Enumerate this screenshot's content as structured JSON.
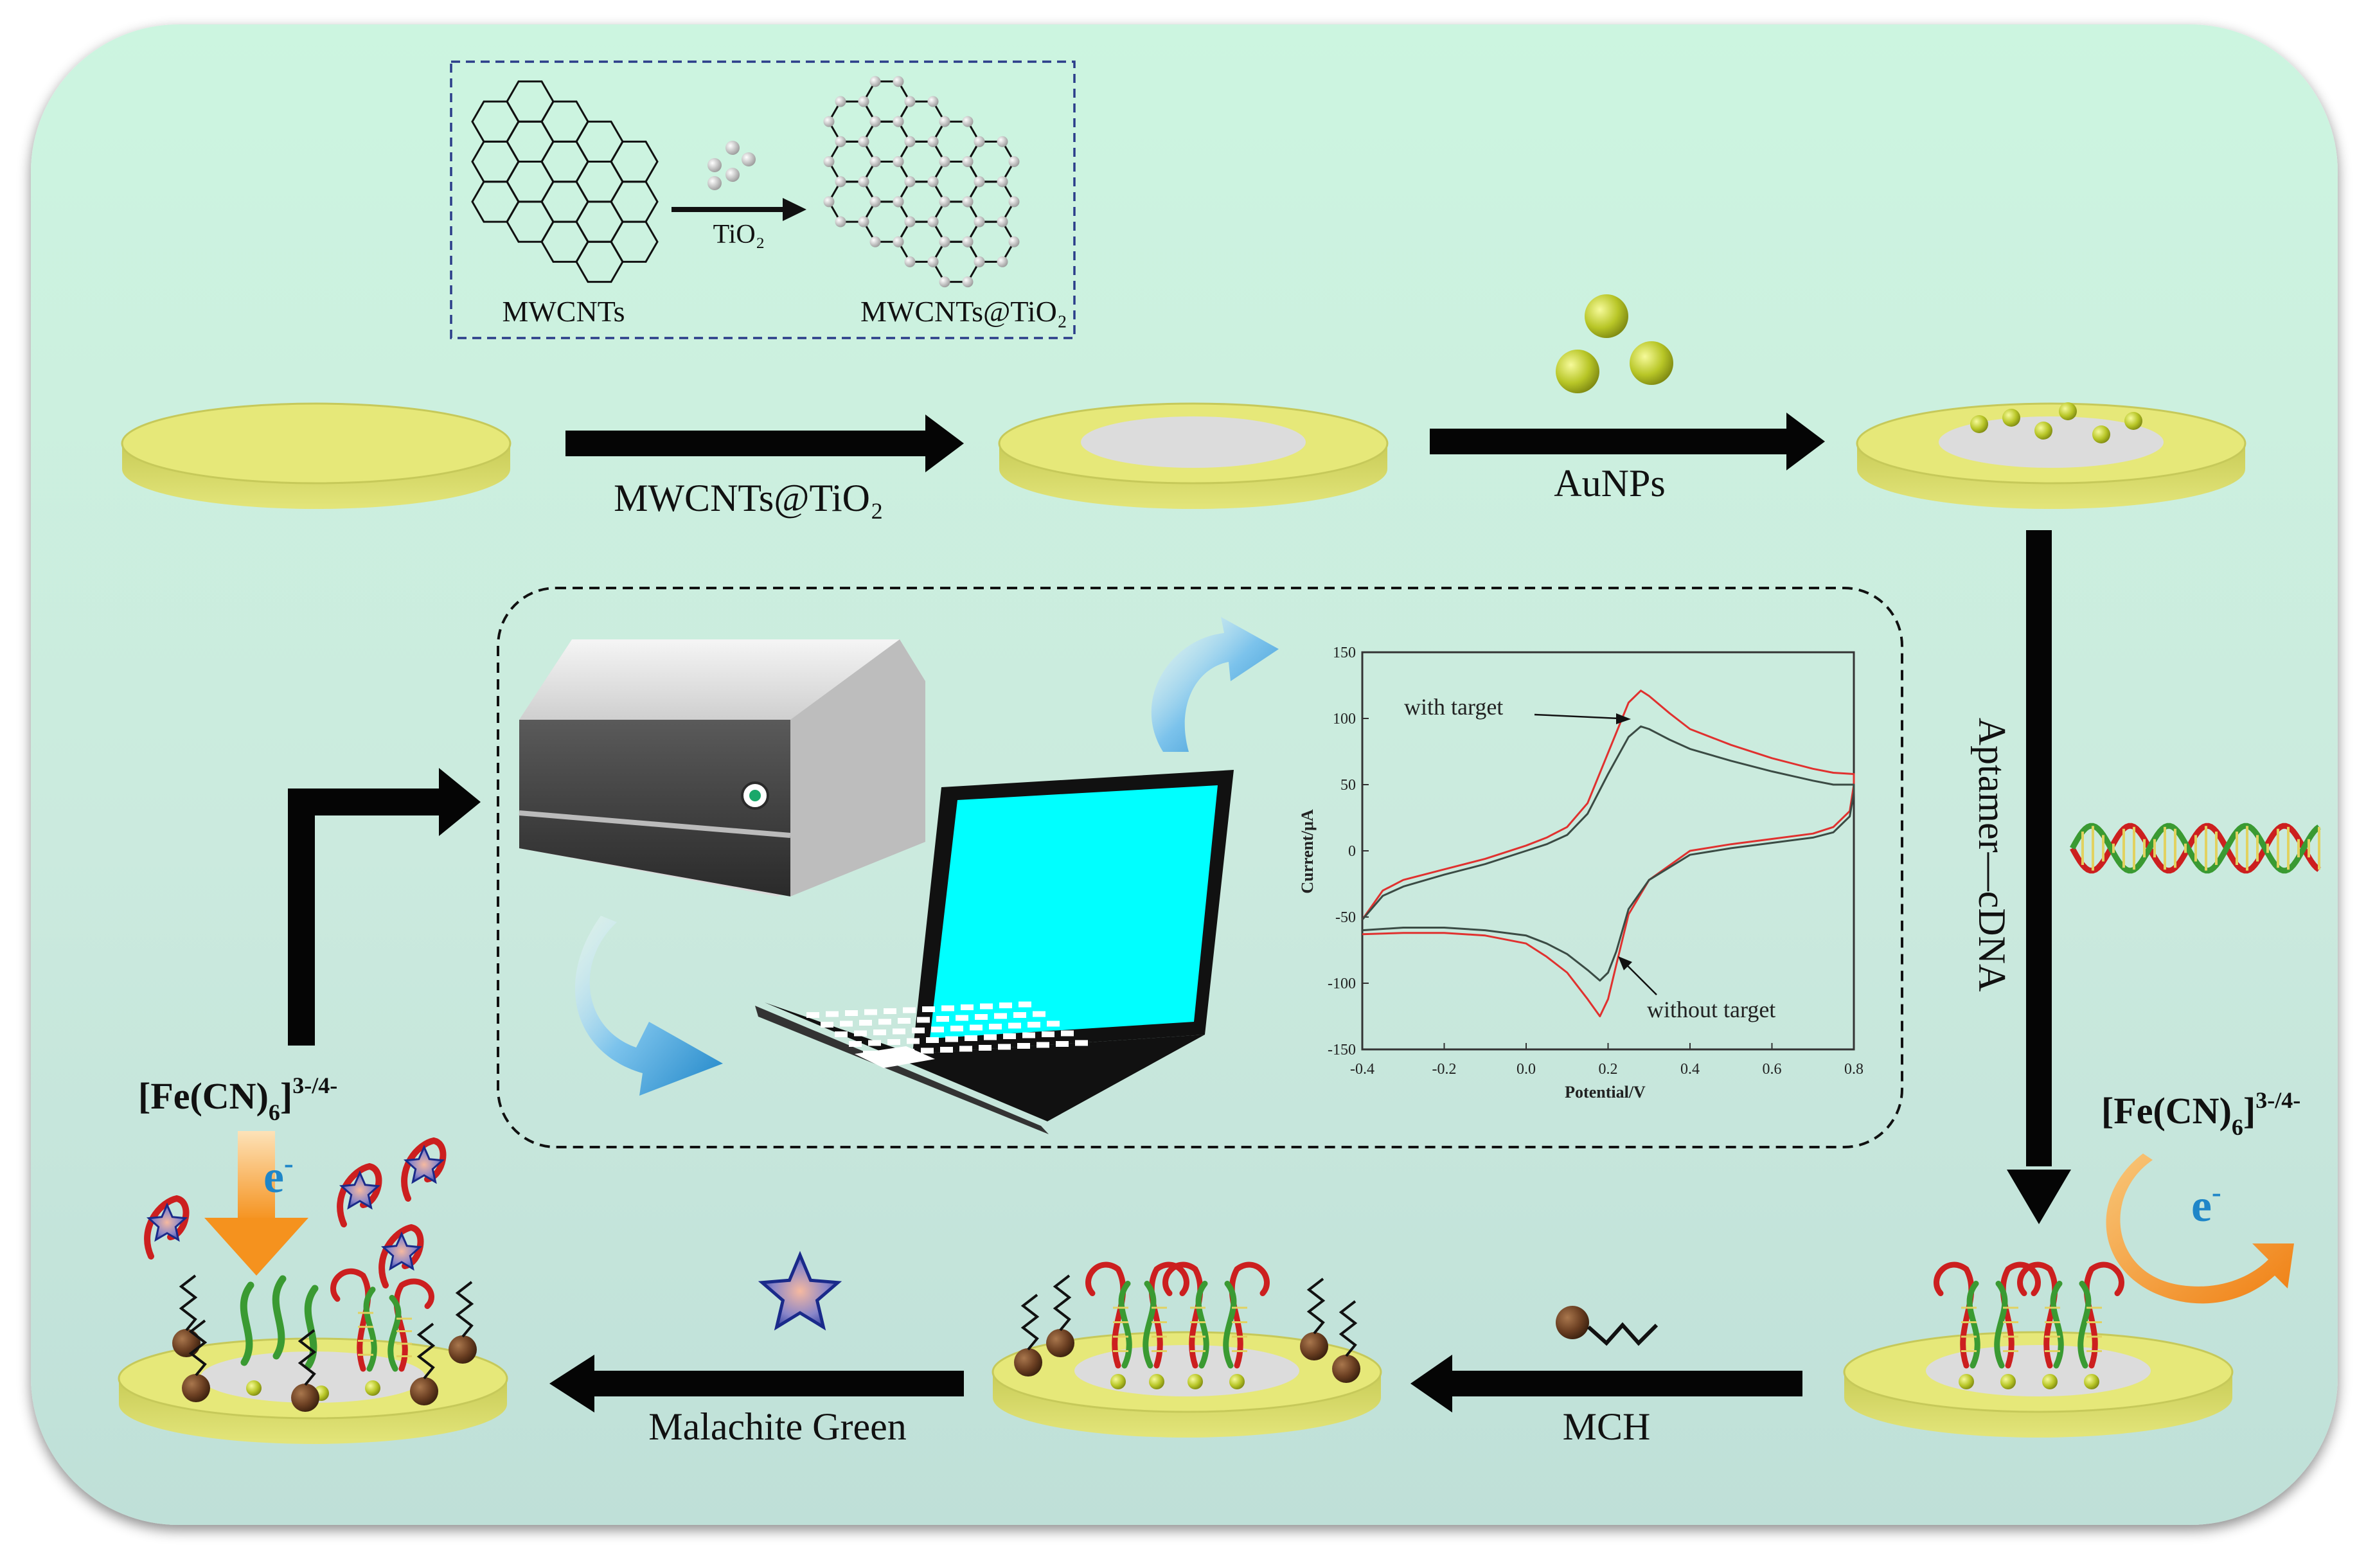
{
  "colors": {
    "panel_top": "#ccf5e0",
    "panel_bottom": "#bfe3dc",
    "electrode_gold": "#d6d86a",
    "electrode_face": "#e6e879",
    "gold_dark": "#9ea23e",
    "aunp": "#b8c627",
    "mch_ball": "#6b3f22",
    "dna_red": "#cc1f1f",
    "dna_green": "#3a9a32",
    "arrow_orange": "#f5a02e",
    "electron_blue": "#1f86c8",
    "screen_cyan": "#00ffff",
    "cv_red": "#e0312f",
    "cv_dark": "#3b4b44",
    "star": "#3a56b0"
  },
  "inset": {
    "left_label": "MWCNTs",
    "right_label": "MWCNTs@TiO₂",
    "arrow_label": "TiO₂"
  },
  "steps": {
    "step1": "MWCNTs@TiO₂",
    "step2": "AuNPs",
    "step3": "Aptamer—cDNA",
    "step4": "MCH",
    "step5": "Malachite Green"
  },
  "probe": {
    "base": "[Fe(CN)",
    "subscript": "6",
    "superscript": "]",
    "charge": "3-/4-",
    "electron": "e",
    "electron_sup": "-"
  },
  "icons": [
    "electrochemical-workstation-icon",
    "laptop-icon",
    "curved-arrow-icon",
    "dna-helix-icon",
    "star-icon"
  ],
  "chart_data": {
    "type": "line",
    "xlabel": "Potential/V",
    "ylabel": "Current/μA",
    "xlim": [
      -0.4,
      0.8
    ],
    "ylim": [
      -150,
      150
    ],
    "xticks": [
      "-0.4",
      "-0.2",
      "0.0",
      "0.2",
      "0.4",
      "0.6",
      "0.8"
    ],
    "yticks": [
      "150",
      "100",
      "50",
      "0",
      "-50",
      "-100",
      "-150"
    ],
    "annotations": [
      "with target",
      "without target"
    ],
    "series": [
      {
        "color": "#e0312f",
        "x": [
          -0.4,
          -0.35,
          -0.3,
          -0.2,
          -0.1,
          0.0,
          0.05,
          0.1,
          0.15,
          0.2,
          0.25,
          0.28,
          0.3,
          0.35,
          0.4,
          0.5,
          0.6,
          0.7,
          0.75,
          0.8,
          0.8,
          0.79,
          0.75,
          0.7,
          0.6,
          0.5,
          0.4,
          0.3,
          0.25,
          0.22,
          0.2,
          0.18,
          0.15,
          0.1,
          0.05,
          0.0,
          -0.1,
          -0.2,
          -0.3,
          -0.4
        ],
        "y": [
          -52,
          -30,
          -22,
          -14,
          -6,
          4,
          10,
          18,
          36,
          74,
          112,
          121,
          117,
          104,
          92,
          80,
          70,
          62,
          59,
          58,
          50,
          30,
          18,
          13,
          9,
          5,
          0,
          -22,
          -48,
          -86,
          -112,
          -125,
          -112,
          -92,
          -80,
          -70,
          -64,
          -62,
          -62,
          -63
        ]
      },
      {
        "color": "#3b4b44",
        "x": [
          -0.4,
          -0.35,
          -0.3,
          -0.2,
          -0.1,
          0.0,
          0.05,
          0.1,
          0.15,
          0.2,
          0.25,
          0.28,
          0.3,
          0.35,
          0.4,
          0.5,
          0.6,
          0.7,
          0.75,
          0.8,
          0.8,
          0.79,
          0.75,
          0.7,
          0.6,
          0.5,
          0.4,
          0.3,
          0.25,
          0.22,
          0.2,
          0.18,
          0.15,
          0.1,
          0.05,
          0.0,
          -0.1,
          -0.2,
          -0.3,
          -0.4
        ],
        "y": [
          -52,
          -34,
          -27,
          -18,
          -10,
          0,
          5,
          12,
          28,
          58,
          86,
          94,
          92,
          84,
          77,
          68,
          60,
          53,
          50,
          50,
          44,
          26,
          14,
          10,
          6,
          2,
          -3,
          -22,
          -44,
          -76,
          -92,
          -98,
          -90,
          -78,
          -70,
          -64,
          -60,
          -58,
          -58,
          -60
        ]
      }
    ]
  }
}
